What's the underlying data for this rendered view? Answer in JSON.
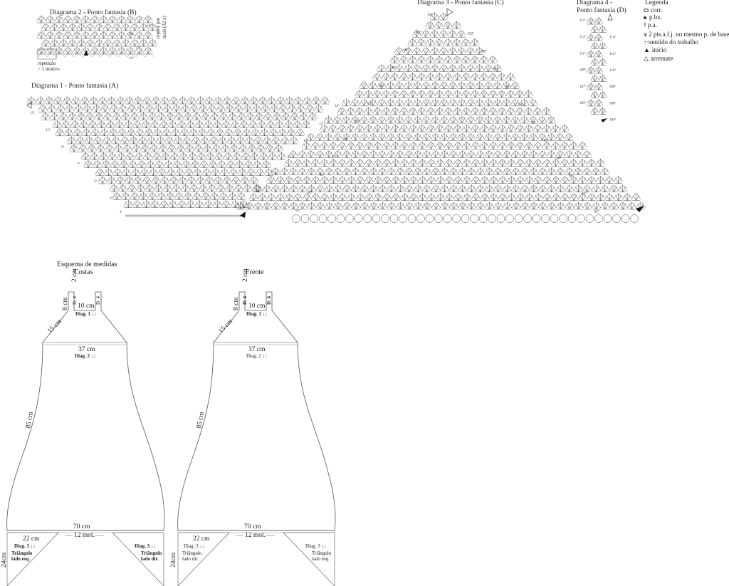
{
  "diagrams": {
    "d2": {
      "title": "Diagrama 2 - Ponto fantasia (B)",
      "repeat_note_line1": "repetição",
      "repeat_note_line2": "= 1 motivo",
      "side_note_line1": "repetir por",
      "side_note_line2": "mais (32 x)",
      "row_labels": [
        "17ª",
        "16ª",
        "15ª",
        "14ª"
      ]
    },
    "d1": {
      "title": "Diagrama 1 - Ponto fantasia (A)",
      "row_labels": [
        "14ª",
        "13ª",
        "12ª",
        "11ª",
        "10ª",
        "9ª",
        "8ª",
        "7ª",
        "6ª",
        "5ª",
        "4ª",
        "3ª",
        "2ª",
        "1ª"
      ]
    },
    "d3": {
      "title": "Diagrama 3 - Ponto fantasia (C)",
      "row_labels": [
        "103ª",
        "102ª",
        "101ª",
        "100ª",
        "99ª",
        "98ª",
        "97ª",
        "96ª",
        "95ª",
        "94ª",
        "93ª",
        "92ª",
        "91ª",
        "90ª",
        "89ª",
        "88ª",
        "87ª",
        "86ª",
        "85ª",
        "84ª",
        "83ª",
        "82ª",
        "81ª"
      ]
    },
    "d4": {
      "title_line1": "Diagrama 4 -",
      "title_line2": "Ponto fantasia (D)",
      "row_labels": [
        "115ª",
        "114ª",
        "113ª",
        "112ª",
        "111ª",
        "110ª",
        "109ª",
        "108ª",
        "107ª",
        "106ª",
        "105ª",
        "104ª"
      ]
    }
  },
  "legend": {
    "title": "Legenda",
    "items": [
      {
        "symbol": "chain-icon",
        "label": "corr."
      },
      {
        "symbol": "dot-icon",
        "label": "p.bx."
      },
      {
        "symbol": "treble-icon",
        "label": "p.a."
      },
      {
        "symbol": "decrease-icon",
        "label": "2 pts.a.f.j. no mesmo p. de base"
      },
      {
        "symbol": "arrows-icon",
        "label": "sentido do trabalho"
      },
      {
        "symbol": "start-icon",
        "label": "início"
      },
      {
        "symbol": "finish-icon",
        "label": "arremate"
      }
    ]
  },
  "schema": {
    "heading_line1": "Esquema de medidas",
    "costas": {
      "title": "Costas",
      "strap_w": "2 cm",
      "strap_h": "8 cm",
      "neck": "10 cm",
      "diag1": "Diag. 1 ↓↓",
      "diag4": "D. 4",
      "slope": "15 cm",
      "bust": "37 cm",
      "diag2": "Diag. 2 ↓↓",
      "length": "85 cm",
      "hem": "70 cm",
      "tri_w": "22 cm",
      "tri_h": "24cm",
      "motifs": "12 mot.",
      "tri_left_diag": "Diag. 3 ↓↓",
      "tri_left_l1": "Triângulo",
      "tri_left_l2": "lado esq.",
      "tri_right_diag": "Diag. 3 ↓↓",
      "tri_right_l1": "Triângulo",
      "tri_right_l2": "lado dir."
    },
    "frente": {
      "title": "Frente",
      "strap_w": "2 cm",
      "strap_h": "8 cm",
      "neck": "10 cm",
      "diag1": "Diag. 1 ↓↓",
      "diag4": "D. 4",
      "slope": "15 cm",
      "bust": "37 cm",
      "diag2": "Diag. 2 ↓↓",
      "length": "85 cm",
      "hem": "70 cm",
      "tri_w": "22 cm",
      "tri_h": "24cm",
      "motifs": "12 mot.",
      "tri_left_diag": "Diag. 3 ↓↓",
      "tri_left_l1": "Triângulo",
      "tri_left_l2": "lado dir.",
      "tri_right_diag": "Diag. 3 ↓↓",
      "tri_right_l1": "Triângulo",
      "tri_right_l2": "lado esq."
    }
  }
}
